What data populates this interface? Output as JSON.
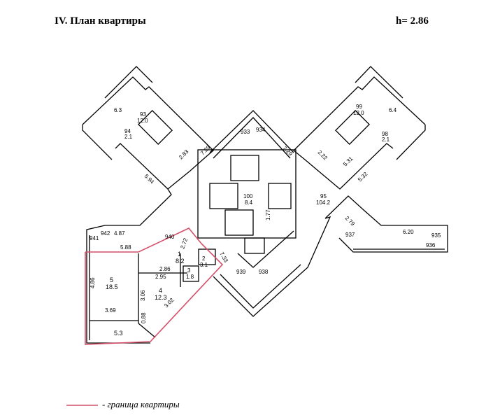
{
  "header": {
    "title": "IV. План квартиры",
    "ceiling_height": "h= 2.86"
  },
  "legend": {
    "text": "- граница квартиры",
    "line_color": "#d4506a"
  },
  "colors": {
    "wall": "#000000",
    "boundary": "#d4506a",
    "background": "#ffffff"
  },
  "rooms": [
    {
      "number": "1",
      "area": "8.2"
    },
    {
      "number": "2",
      "area": "3.1"
    },
    {
      "number": "3",
      "area": "1.8"
    },
    {
      "number": "4",
      "area": "12.3"
    },
    {
      "number": "5",
      "area": "18.5"
    },
    {
      "number": "",
      "area": "5.3"
    }
  ],
  "dimensions": [
    "5.88",
    "4.86",
    "3.69",
    "3.06",
    "3.02",
    "2.86",
    "2.95",
    "2.72",
    "7.33",
    "0.88"
  ],
  "neighbor_labels": {
    "n940": "940",
    "n941": "941",
    "n942": "942",
    "n487": "4.87",
    "n939": "939",
    "n938": "938",
    "n937": "937",
    "n936": "936",
    "n935": "935",
    "n933": "933",
    "n934": "934",
    "n93": "93",
    "n93_area": "12.0",
    "n99": "99",
    "n99_area": "12.0",
    "n94": "94",
    "n94_area": "2.1",
    "n98": "98",
    "n98_area": "2.1",
    "n95": "95",
    "n95_area": "104.2",
    "n100": "100",
    "n100_area": "8.4",
    "n63": "6.3",
    "n64": "6.4",
    "n620": "6.20",
    "d594": "5.94",
    "d729a": "7.29",
    "d729b": "7.29",
    "d531": "5.31",
    "d532": "5.32",
    "d283": "2.83",
    "d222": "2.22",
    "d279": "2.79",
    "d177": "1.77"
  }
}
